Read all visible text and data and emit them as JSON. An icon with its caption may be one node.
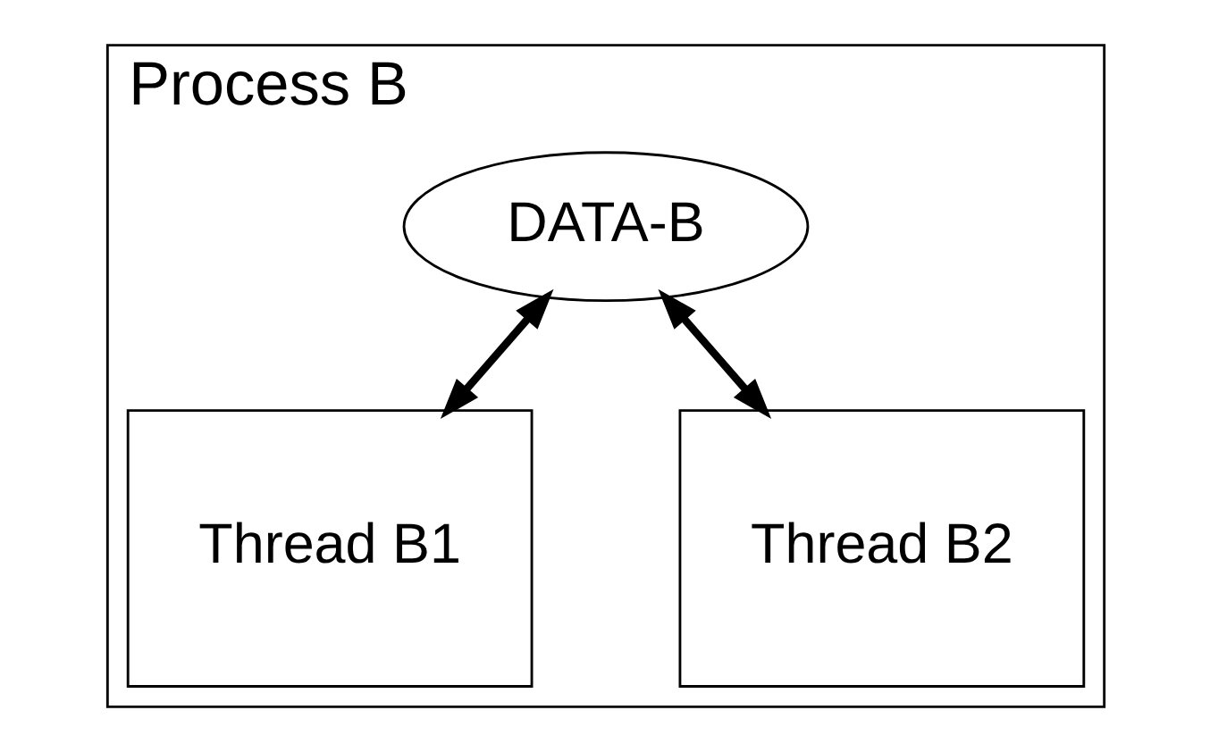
{
  "diagram": {
    "nodes": [
      {
        "text": [
          "Process B"
        ]
      },
      {
        "text": [
          "DATA-B"
        ],
        "in": 0
      },
      {
        "text": [
          "Thread B1"
        ],
        "in": 0
      },
      {
        "text": [
          "Thread B2"
        ],
        "in": 0
      }
    ],
    "edges": [
      {
        "from": 1,
        "to": 2,
        "arrow": "both"
      },
      {
        "from": 1,
        "to": 3,
        "arrow": "both"
      }
    ]
  }
}
